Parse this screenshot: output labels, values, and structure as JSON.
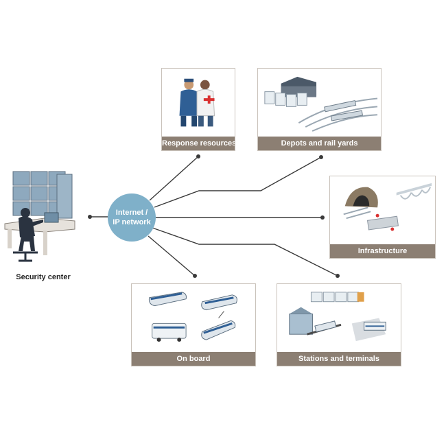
{
  "hub": {
    "line1": "Internet /",
    "line2": "IP network"
  },
  "security_center": {
    "label": "Security center"
  },
  "nodes": [
    {
      "id": "response",
      "label": "Response resources",
      "icon": "responders-icon"
    },
    {
      "id": "depots",
      "label": "Depots and rail yards",
      "icon": "rail-yard-icon"
    },
    {
      "id": "infrastructure",
      "label": "Infrastructure",
      "icon": "tunnel-bridge-icon"
    },
    {
      "id": "onboard",
      "label": "On board",
      "icon": "vehicles-icon"
    },
    {
      "id": "stations",
      "label": "Stations and terminals",
      "icon": "station-icon"
    }
  ],
  "colors": {
    "caption_bg": "#8c7f73",
    "hub_fill": "#7fb0c9",
    "line": "#3a3a3a",
    "panel_border": "#c9c2ba"
  }
}
